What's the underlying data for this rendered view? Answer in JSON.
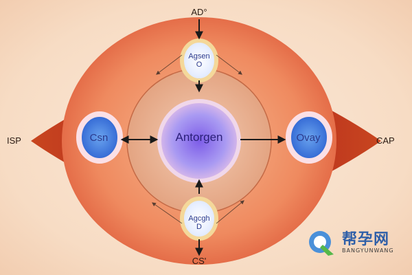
{
  "labels": {
    "top": "AD°",
    "bottom": "CS'",
    "left": "ISP",
    "right": "CAP"
  },
  "nodes": {
    "top": "Agsen\nO",
    "bottom": "Agcgh\nD",
    "left": "Csn",
    "right": "Ovay",
    "center": "Antorgen"
  },
  "logo": {
    "name": "帮孕网",
    "subtitle": "BANGYUNWANG"
  }
}
